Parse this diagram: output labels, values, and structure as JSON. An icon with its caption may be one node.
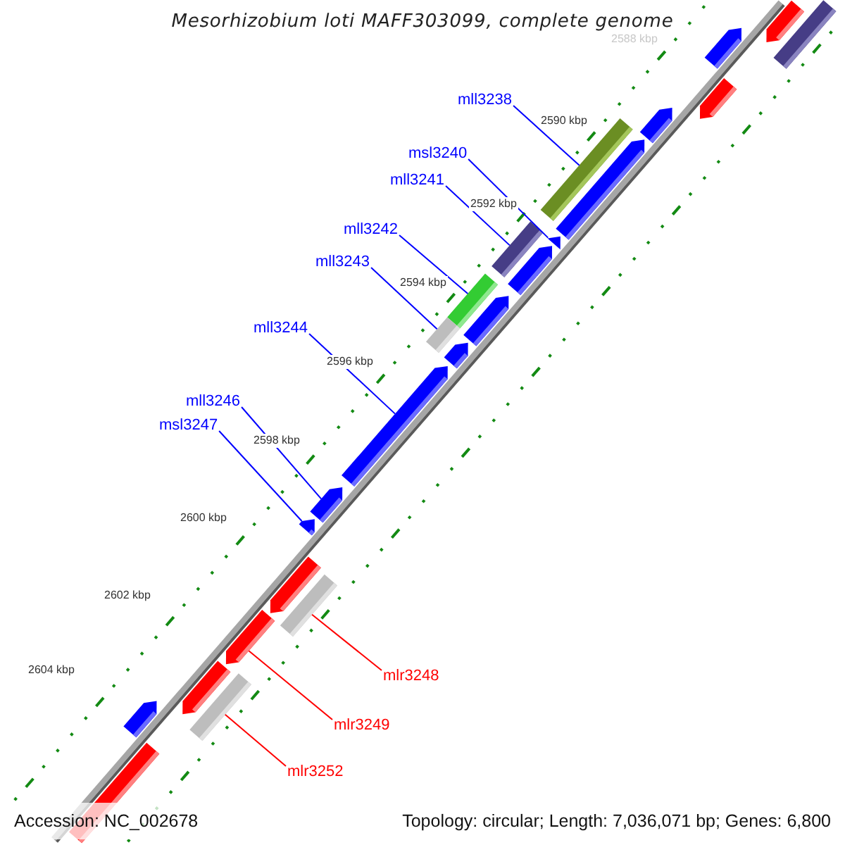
{
  "diagram": {
    "title": "Mesorhizobium loti MAFF303099, complete genome",
    "nodes": [
      {
        "text": [
          "mll3238"
        ]
      },
      {
        "text": [
          "msl3240"
        ]
      },
      {
        "text": [
          "mll3241"
        ]
      },
      {
        "text": [
          "mll3242"
        ]
      },
      {
        "text": [
          "mll3243"
        ]
      },
      {
        "text": [
          "mll3244"
        ]
      },
      {
        "text": [
          "mll3246"
        ]
      },
      {
        "text": [
          "msl3247"
        ]
      },
      {
        "text": [
          "mlr3248"
        ]
      },
      {
        "text": [
          "mlr3249"
        ]
      },
      {
        "text": [
          "mlr3252"
        ]
      },
      {
        "text": [],
        "shape": "arrow"
      },
      {
        "text": [],
        "shape": "bar"
      },
      {
        "text": [],
        "shape": "arrow"
      },
      {
        "text": [],
        "shape": "arrow"
      },
      {
        "text": [],
        "shape": "arrow"
      },
      {
        "text": [],
        "shape": "bar"
      },
      {
        "text": [],
        "shape": "arrow"
      },
      {
        "text": [],
        "shape": "bar"
      },
      {
        "text": [],
        "shape": "arrow"
      },
      {
        "text": [],
        "shape": "arrow"
      },
      {
        "text": [],
        "shape": "bar"
      },
      {
        "text": [],
        "shape": "arrow"
      },
      {
        "text": [],
        "shape": "bar"
      },
      {
        "text": [],
        "shape": "arrow"
      },
      {
        "text": [],
        "shape": "arrow"
      },
      {
        "text": [],
        "shape": "arrow"
      },
      {
        "text": [],
        "shape": "arrow"
      },
      {
        "text": [],
        "shape": "arrow"
      },
      {
        "text": [],
        "shape": "bar"
      },
      {
        "text": [],
        "shape": "arrow"
      },
      {
        "text": [],
        "shape": "arrow"
      },
      {
        "text": [],
        "shape": "bar"
      },
      {
        "text": [],
        "shape": "arrow"
      },
      {
        "text": [],
        "shape": "bar"
      }
    ],
    "edges": [
      {
        "from": 0,
        "to": 16,
        "arrow": "none"
      },
      {
        "from": 1,
        "to": 19,
        "arrow": "none"
      },
      {
        "from": 2,
        "to": 18,
        "arrow": "none"
      },
      {
        "from": 3,
        "to": 21,
        "arrow": "none"
      },
      {
        "from": 4,
        "to": 23,
        "arrow": "none"
      },
      {
        "from": 5,
        "to": 25,
        "arrow": "none"
      },
      {
        "from": 6,
        "to": 26,
        "arrow": "none"
      },
      {
        "from": 7,
        "to": 27,
        "arrow": "none"
      },
      {
        "from": 8,
        "to": 29,
        "arrow": "none",
        "color": "#ff0000"
      },
      {
        "from": 9,
        "to": 30,
        "arrow": "none",
        "color": "#ff0000"
      },
      {
        "from": 10,
        "to": 32,
        "arrow": "none",
        "color": "#ff0000"
      }
    ],
    "labels": [
      "2588 kbp",
      "2590 kbp",
      "2592 kbp",
      "2594 kbp",
      "2596 kbp",
      "2598 kbp",
      "2600 kbp",
      "2602 kbp",
      "2604 kbp",
      "Accession: NC_002678",
      "Topology: circular; Length: 7,036,071 bp; Genes: 6,800"
    ]
  }
}
